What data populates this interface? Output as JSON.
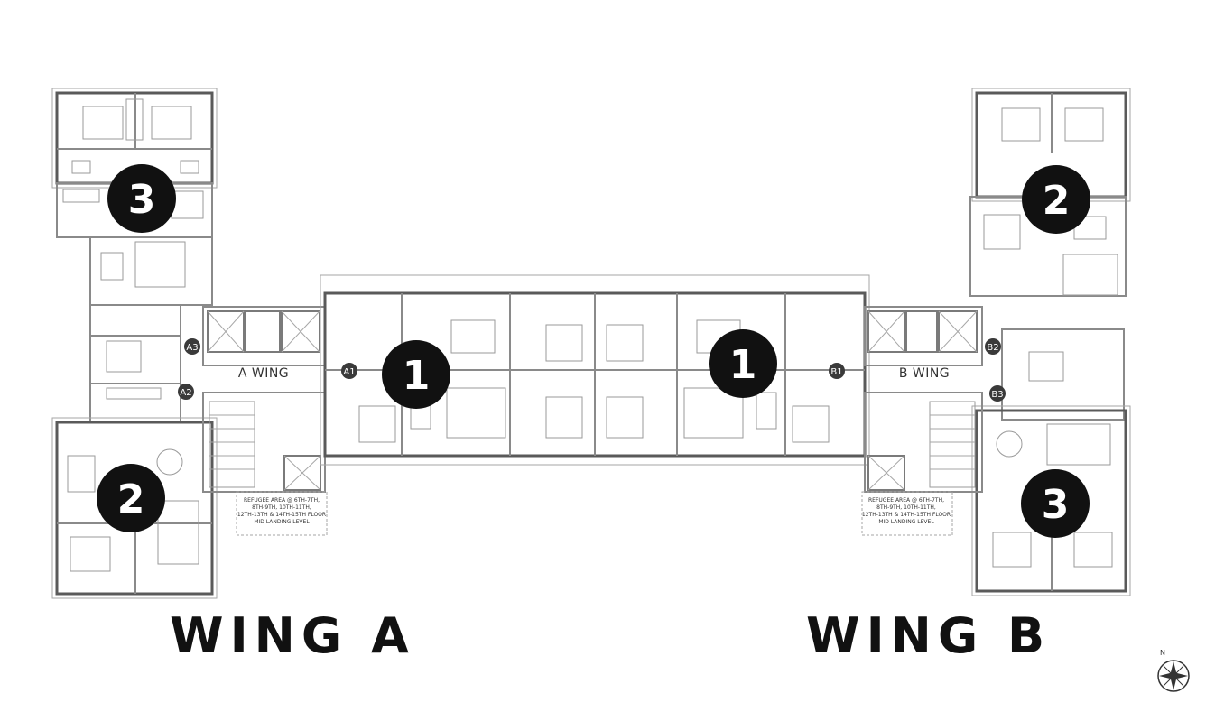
{
  "wings": [
    {
      "id": "A",
      "title": "WING A",
      "corridor_label": "A WING",
      "unit_badges": [
        "3",
        "2",
        "1"
      ],
      "flat_markers": [
        "A1",
        "A2",
        "A3"
      ],
      "refugee_note": [
        "REFUGEE AREA @ 6TH-7TH,",
        "8TH-9TH, 10TH-11TH,",
        "12TH-13TH & 14TH-15TH FLOOR",
        "MID LANDING LEVEL"
      ]
    },
    {
      "id": "B",
      "title": "WING B",
      "corridor_label": "B WING",
      "unit_badges": [
        "2",
        "3",
        "1"
      ],
      "flat_markers": [
        "B1",
        "B2",
        "B3"
      ],
      "refugee_note": [
        "REFUGEE AREA @ 6TH-7TH,",
        "8TH-9TH, 10TH-11TH,",
        "12TH-13TH & 14TH-15TH FLOOR",
        "MID LANDING LEVEL"
      ]
    }
  ],
  "compass": {
    "north_label": "N",
    "icon": "compass-rose-icon"
  },
  "colors": {
    "wall": "#8a8a8a",
    "badge": "#111111",
    "text": "#111111"
  }
}
